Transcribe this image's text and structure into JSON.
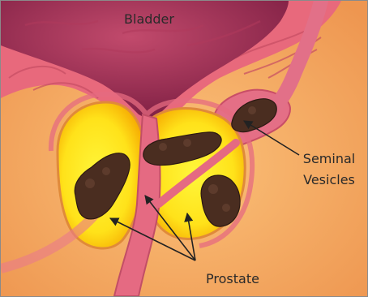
{
  "labels": {
    "bladder": "Bladder",
    "seminal_line1": "Seminal",
    "seminal_line2": "Vesicles",
    "prostate": "Prostate"
  },
  "colors": {
    "background": "#f3a55c",
    "bladder_wall": "#e86a7e",
    "bladder_inner": "#9c2e52",
    "prostate_glow": "#fff200",
    "prostate_edge": "#f0a500",
    "tumor": "#4a2e22",
    "urethra": "#e46680",
    "arrow": "#222222"
  }
}
